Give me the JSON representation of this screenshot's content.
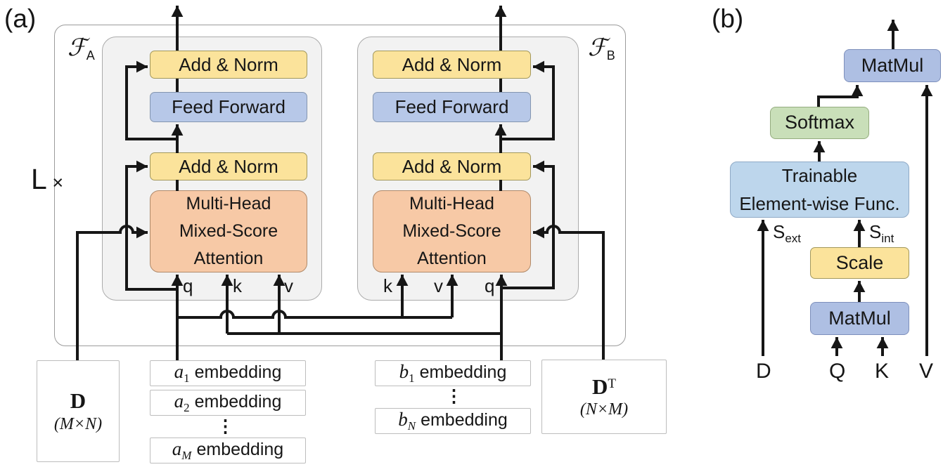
{
  "panel_a": {
    "label": "(a)",
    "loop": {
      "letter": "L",
      "times": "×"
    },
    "block_a": {
      "name": "ℱ",
      "sub": "A",
      "add_norm_top": "Add & Norm",
      "feed_forward": "Feed Forward",
      "add_norm_mid": "Add & Norm",
      "attention": "Multi-Head\nMixed-Score\nAttention",
      "inputs": {
        "q": "q",
        "k": "k",
        "v": "v"
      }
    },
    "block_b": {
      "name": "ℱ",
      "sub": "B",
      "add_norm_top": "Add & Norm",
      "feed_forward": "Feed Forward",
      "add_norm_mid": "Add & Norm",
      "attention": "Multi-Head\nMixed-Score\nAttention",
      "inputs": {
        "q": "q",
        "k": "k",
        "v": "v"
      }
    },
    "inputs": {
      "d": {
        "name": "D",
        "dim": "(M×N)"
      },
      "dt": {
        "name": "D",
        "sup": "T",
        "dim": "(N×M)"
      },
      "a_rows": [
        {
          "v": "a",
          "s": "1"
        },
        {
          "v": "a",
          "s": "2"
        },
        {
          "v": "a",
          "s": "M"
        }
      ],
      "b_rows": [
        {
          "v": "b",
          "s": "1"
        },
        {
          "v": "b",
          "s": "N"
        }
      ],
      "word": "embedding",
      "dots": "⋮"
    }
  },
  "panel_b": {
    "label": "(b)",
    "matmul_top": "MatMul",
    "softmax": "Softmax",
    "trainable": "Trainable\nElement-wise Func.",
    "scale": "Scale",
    "matmul_bottom": "MatMul",
    "s_ext": {
      "base": "S",
      "sub": "ext"
    },
    "s_int": {
      "base": "S",
      "sub": "int"
    },
    "inputs": [
      "D",
      "Q",
      "K",
      "V"
    ]
  },
  "colors": {
    "add_norm_fill": "#FBE39B",
    "feed_forward_fill": "#B7C8E8",
    "attention_fill": "#F7C9A6",
    "softmax_fill": "#C9DFB9",
    "matmul_fill": "#AEBFE3",
    "trainable_fill": "#BDD6EC",
    "scale_fill": "#FBE39B",
    "panel_fill": "#F2F2F2",
    "line": "#161616"
  }
}
